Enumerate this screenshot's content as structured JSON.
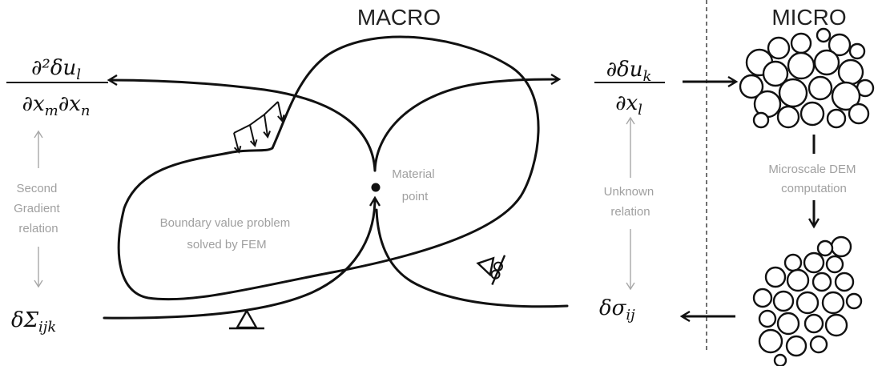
{
  "headings": {
    "macro": "MACRO",
    "micro": "MICRO"
  },
  "labels": {
    "material_point": [
      "Material",
      "point"
    ],
    "bvp": [
      "Boundary value problem",
      "solved by FEM"
    ],
    "second_gradient": [
      "Second",
      "Gradient",
      "relation"
    ],
    "unknown_relation": [
      "Unknown",
      "relation"
    ],
    "dem": [
      "Microscale DEM",
      "computation"
    ]
  },
  "math": {
    "d2u_num": "∂²δu",
    "d2u_num_sub": "l",
    "d2u_den": "∂x",
    "d2u_den_sub1": "m",
    "d2u_den_mid": "∂x",
    "d2u_den_sub2": "n",
    "du_num": "∂δu",
    "du_num_sub": "k",
    "du_den": "∂x",
    "du_den_sub": "l",
    "Sigma": "δΣ",
    "Sigma_sub": "ijk",
    "sigma": "δσ",
    "sigma_sub": "ij"
  },
  "colors": {
    "ink": "#111111",
    "gray_text": "#a0a0a0",
    "gray_line": "#a8a8a8"
  }
}
